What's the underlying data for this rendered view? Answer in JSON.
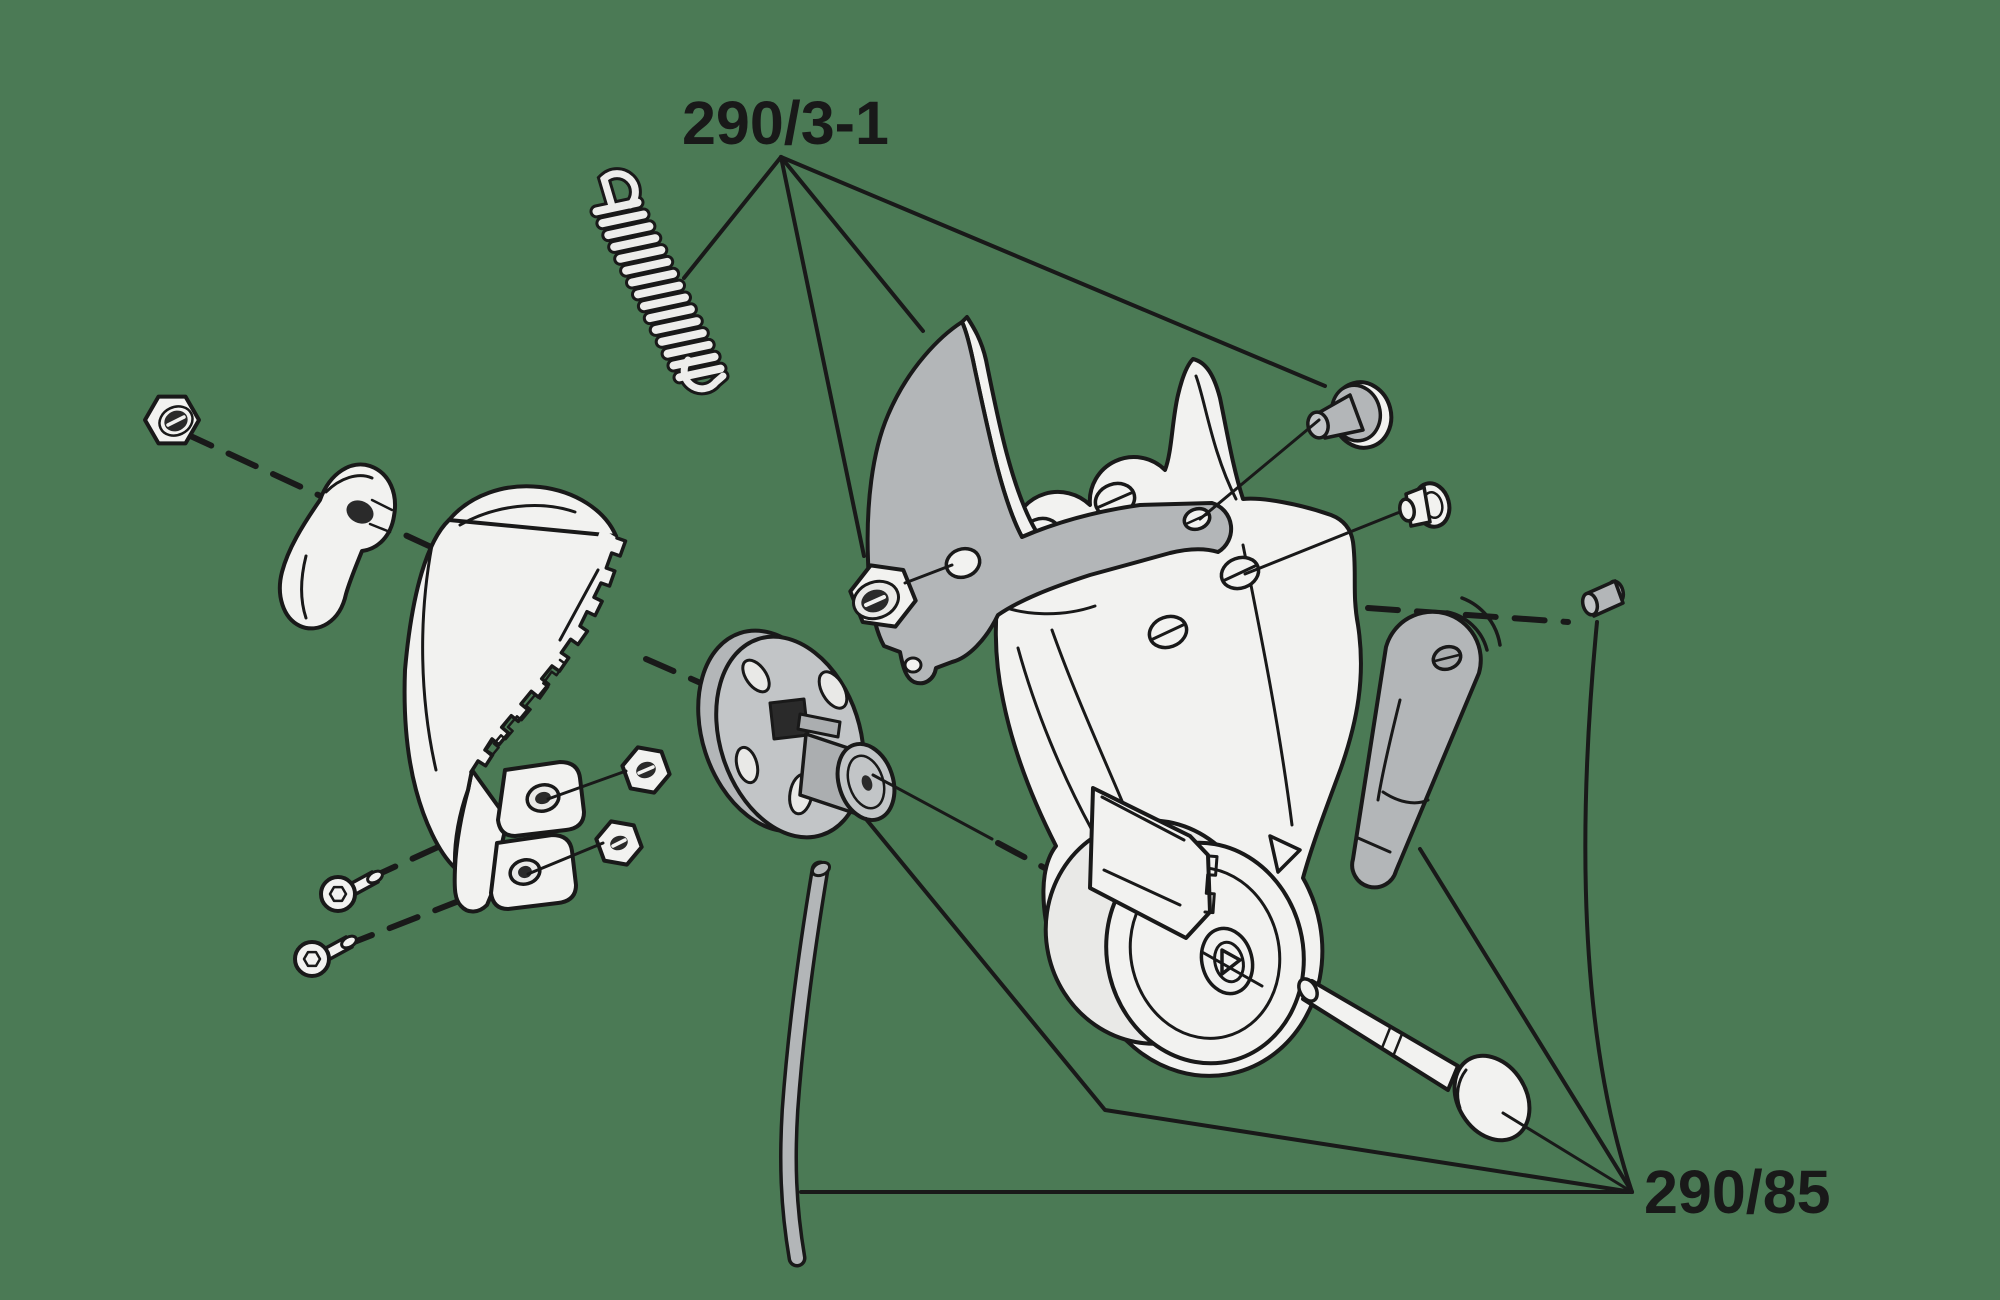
{
  "diagram": {
    "type": "exploded-parts-diagram",
    "labels": {
      "group_top": "290/3-1",
      "group_bottom": "290/85"
    },
    "colors": {
      "background": "#4B7A55",
      "line": "#191919",
      "part_light": "#F2F2F0",
      "part_gray": "#B3B6B8"
    },
    "parts": [
      "extension-spring",
      "hex-nut",
      "thumb-catch",
      "serrated-hook",
      "socket-screw",
      "socket-screw",
      "ear-nut",
      "ear-nut",
      "pivot-locknut",
      "cutting-blade",
      "pulley-spool",
      "head-body-with-cam-wheel",
      "shoulder-bolt",
      "flange-screw",
      "cylindrical-pin",
      "latch-lever",
      "carriage-bolt",
      "pull-rope"
    ]
  }
}
